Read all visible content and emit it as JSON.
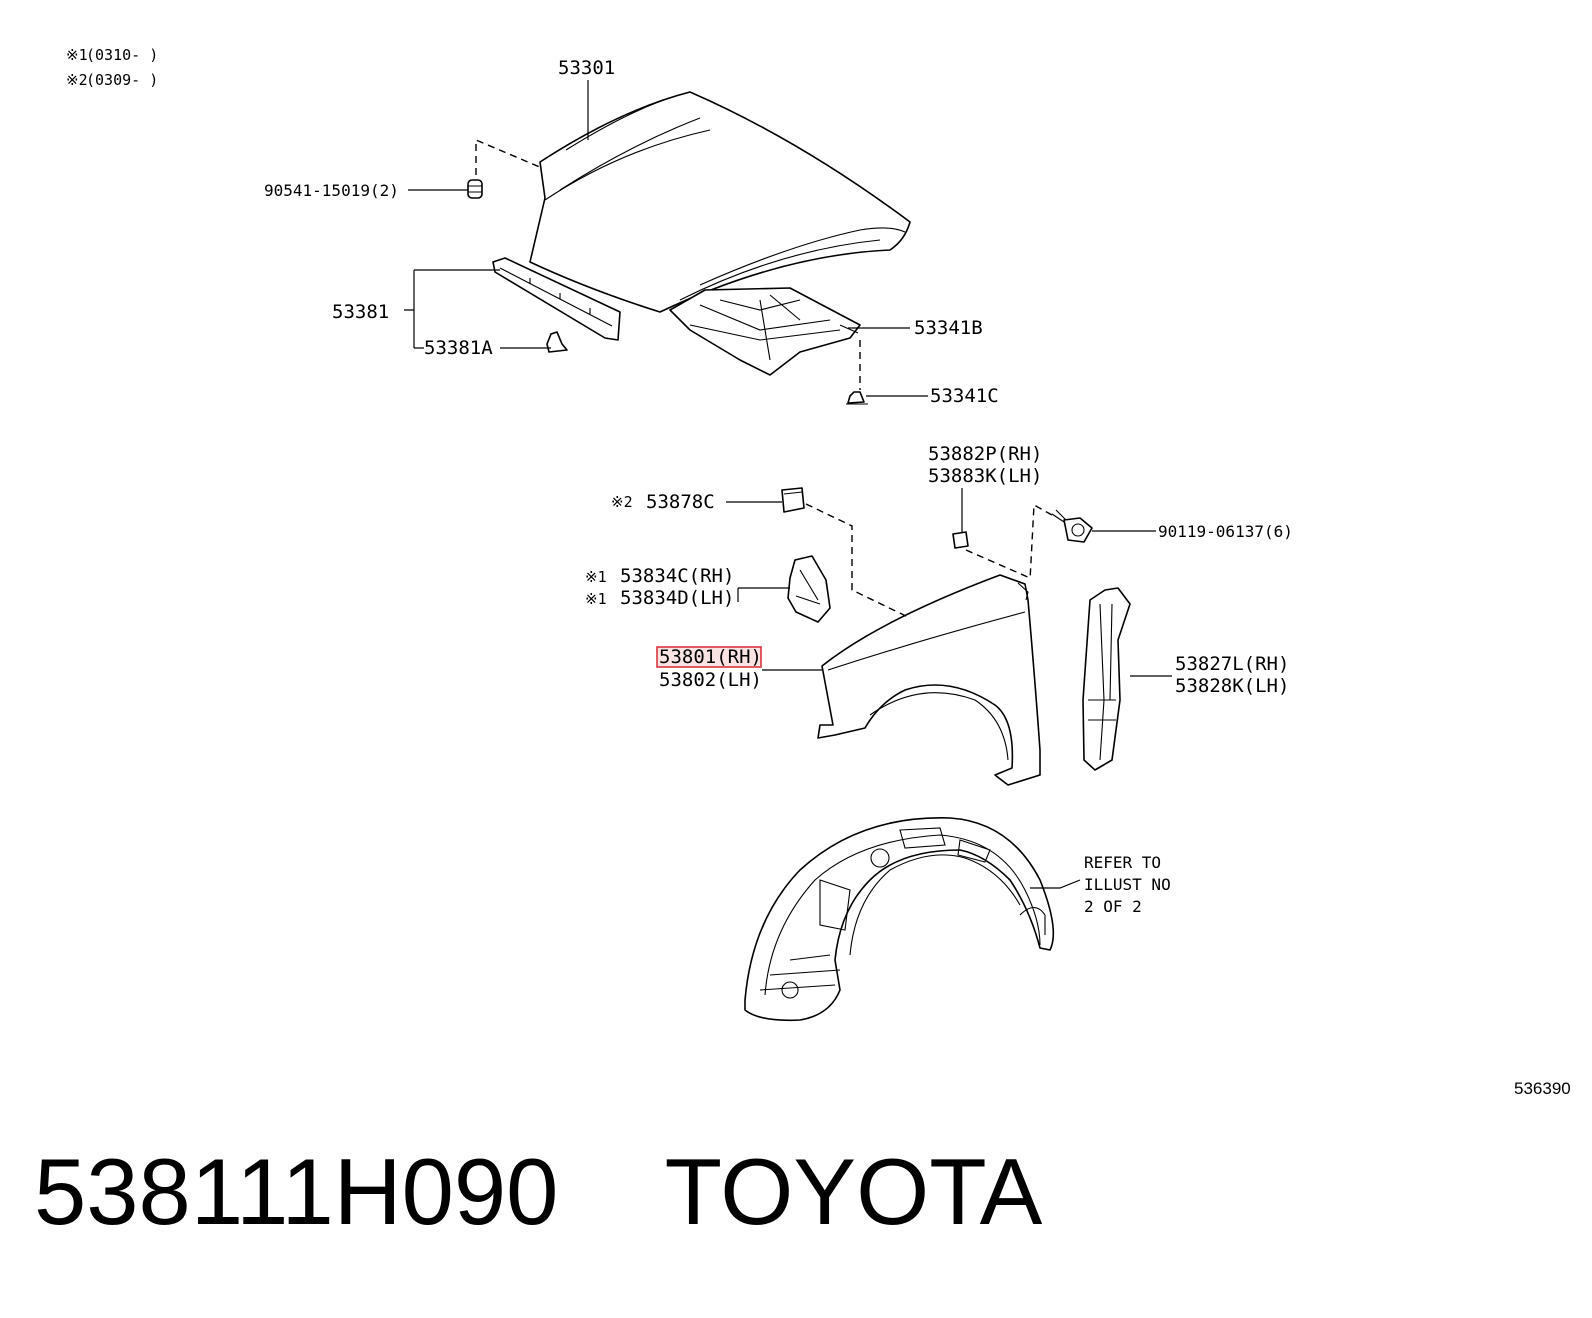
{
  "notes": [
    {
      "mark": "※1",
      "text": "(0310-    )"
    },
    {
      "mark": "※2",
      "text": "(0309-    )"
    }
  ],
  "labels": {
    "hood": "53301",
    "hood_cushion": "90541-15019(2)",
    "hood_seal": "53381",
    "hood_seal_clip": "53381A",
    "hood_insulator": "53341B",
    "insulator_clip": "53341C",
    "fender_seal_rh": "53882P(RH)",
    "fender_seal_lh": "53883K(LH)",
    "fender_pad_mark": "※2",
    "fender_pad": "53878C",
    "fender_bolt": "90119-06137(6)",
    "fender_bracket_rh_mark": "※1",
    "fender_bracket_rh": "53834C(RH)",
    "fender_bracket_lh_mark": "※1",
    "fender_bracket_lh": "53834D(LH)",
    "fender_rh": "53801(RH)",
    "fender_lh": "53802(LH)",
    "fender_stay_rh": "53827L(RH)",
    "fender_stay_lh": "53828K(LH)",
    "refer_line1": "REFER TO",
    "refer_line2": "ILLUST NO",
    "refer_line3": "2 OF 2",
    "illustration_id": "536390"
  },
  "highlighted_part": "53801(RH)",
  "highlight_color": "#d9363e",
  "footer": {
    "part_number": "538111H090",
    "brand": "TOYOTA"
  }
}
